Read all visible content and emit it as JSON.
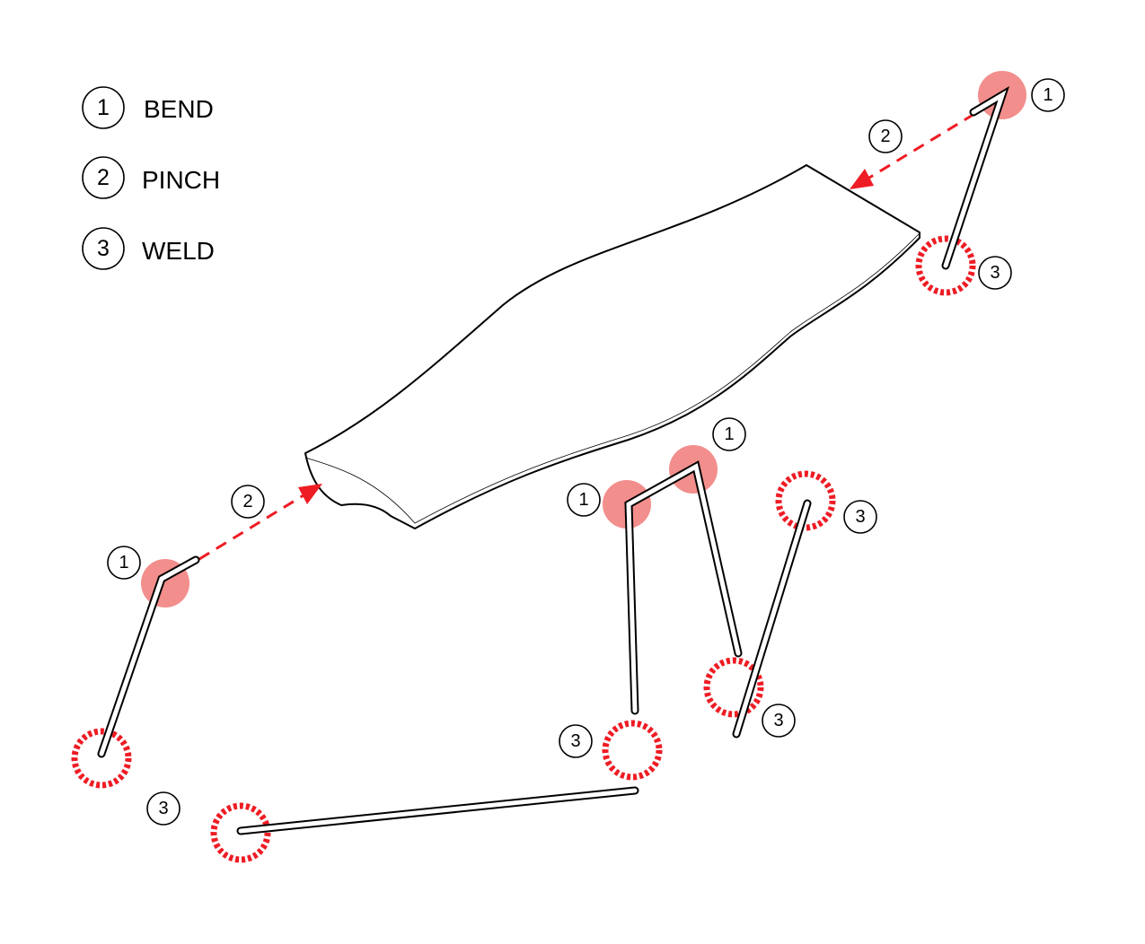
{
  "legend": [
    {
      "number": "1",
      "label": "BEND"
    },
    {
      "number": "2",
      "label": "PINCH"
    },
    {
      "number": "3",
      "label": "WELD"
    }
  ],
  "markers": {
    "bend": "1",
    "pinch": "2",
    "weld": "3"
  },
  "colors": {
    "bend": "#f07a78",
    "weld": "#ee1c24",
    "pinch": "#ee1c24",
    "outline": "#000000"
  }
}
